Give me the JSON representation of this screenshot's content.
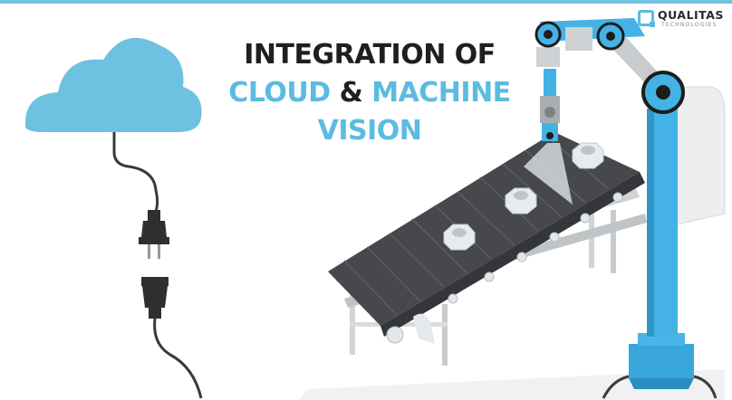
{
  "headline": {
    "line1": "INTEGRATION OF",
    "line2_a": "CLOUD",
    "line2_amp": "&",
    "line2_b": "MACHINE",
    "line3": "VISION"
  },
  "logo": {
    "name": "QUALITAS",
    "tagline": "TECHNOLOGIES"
  },
  "icons": [
    "cloud-icon",
    "power-plug-icon",
    "power-socket-icon",
    "conveyor-belt-illustration",
    "robotic-arm-illustration",
    "hex-nut-icon",
    "camera-icon"
  ],
  "colors": {
    "accent_blue": "#5bbbe0",
    "cloud_blue": "#6cc2e0",
    "text_dark": "#1f1f1f",
    "belt_dark": "#46484c"
  }
}
